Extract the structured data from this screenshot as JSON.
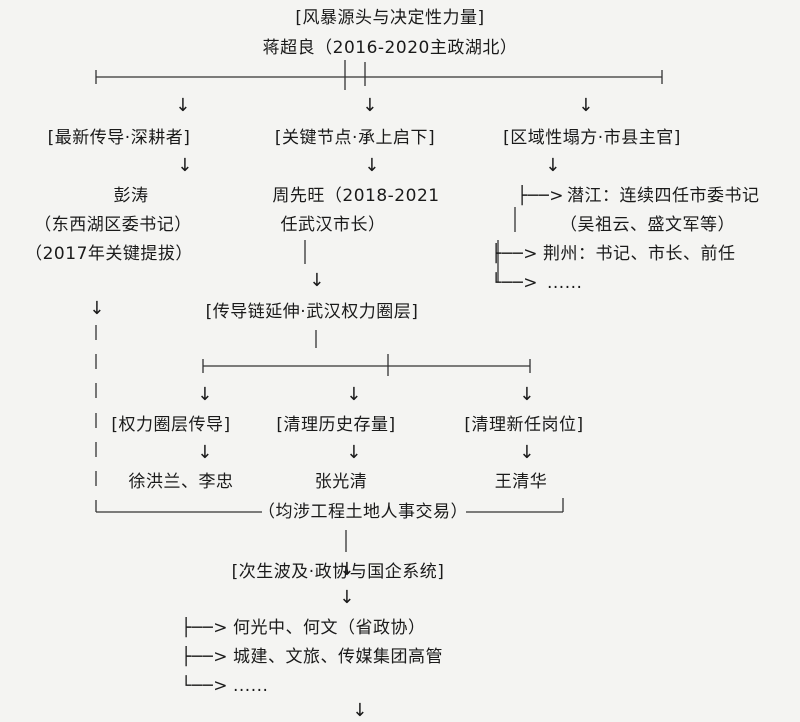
{
  "root": {
    "title": "[风暴源头与决定性力量]",
    "person": "蒋超良（2016-2020主政湖北）"
  },
  "branches": {
    "left": {
      "label": "[最新传导·深耕者]",
      "person": "彭涛",
      "position": "（东西湖区委书记）",
      "note": "（2017年关键提拔）"
    },
    "middle": {
      "label": "[关键节点·承上启下]",
      "person": "周先旺（2018-2021",
      "position": "任武汉市长）"
    },
    "right": {
      "label": "[区域性塌方·市县主官]",
      "qianjiang": "潜江：连续四任市委书记",
      "qianjiang_names": "（吴祖云、盛文军等）",
      "jingzhou": "荆州：书记、市长、前任",
      "more": "......",
      "arrow_prefix_1": "├──>",
      "arrow_prefix_2": "├──>",
      "arrow_prefix_3": "└──>"
    }
  },
  "wuhan_circle": {
    "label": "[传导链延伸·武汉权力圈层]",
    "sub": [
      {
        "label": "[权力圈层传导]",
        "person": "徐洪兰、李忠"
      },
      {
        "label": "[清理历史存量]",
        "person": "张光清"
      },
      {
        "label": "[清理新任岗位]",
        "person": "王清华"
      }
    ]
  },
  "common": "（均涉工程土地人事交易）",
  "secondary": {
    "label": "[次生波及·政协与国企系统]",
    "items": [
      {
        "prefix": "├──>",
        "text": "何光中、何文（省政协）"
      },
      {
        "prefix": "├──>",
        "text": "城建、文旅、传媒集团高管"
      },
      {
        "prefix": "└──>",
        "text": "......"
      }
    ]
  },
  "arrow_glyph": "↓"
}
